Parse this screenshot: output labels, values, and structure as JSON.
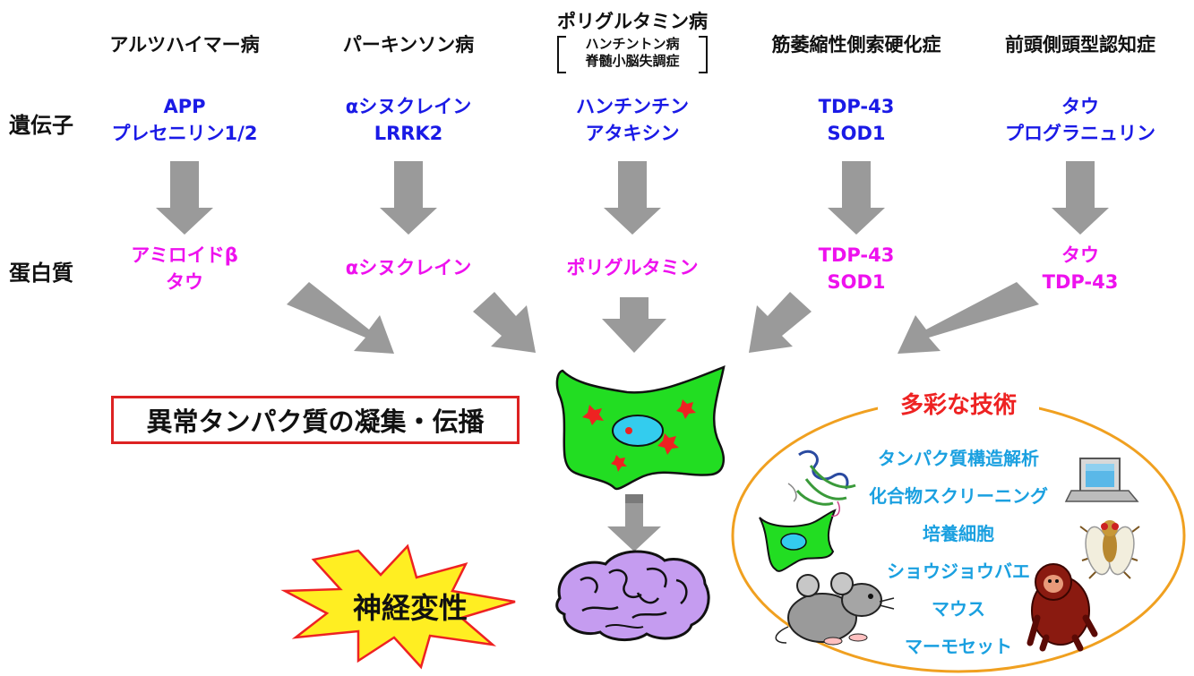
{
  "row_labels": {
    "gene": "遺伝子",
    "protein": "蛋白質"
  },
  "diseases": [
    {
      "name": "アルツハイマー病",
      "genes": [
        "APP",
        "プレセニリン1/2"
      ],
      "proteins": [
        "アミロイドβ",
        "タウ"
      ]
    },
    {
      "name": "パーキンソン病",
      "genes": [
        "αシヌクレイン",
        "LRRK2"
      ],
      "proteins": [
        "αシヌクレイン"
      ]
    },
    {
      "name": "ポリグルタミン病",
      "sub": [
        "ハンチントン病",
        "脊髄小脳失調症"
      ],
      "genes": [
        "ハンチンチン",
        "アタキシン"
      ],
      "proteins": [
        "ポリグルタミン"
      ]
    },
    {
      "name": "筋萎縮性側索硬化症",
      "genes": [
        "TDP-43",
        "SOD1"
      ],
      "proteins": [
        "TDP-43",
        "SOD1"
      ]
    },
    {
      "name": "前頭側頭型認知症",
      "genes": [
        "タウ",
        "プログラニュリン"
      ],
      "proteins": [
        "タウ",
        "TDP-43"
      ]
    }
  ],
  "aggregation_label": "異常タンパク質の凝集・伝播",
  "degeneration_label": "神経変性",
  "techniques": {
    "title": "多彩な技術",
    "items": [
      "タンパク質構造解析",
      "化合物スクリーニング",
      "培養細胞",
      "ショウジョウバエ",
      "マウス",
      "マーモセット"
    ]
  },
  "colors": {
    "gene_text": "#1a1ae6",
    "protein_text": "#ee11ee",
    "arrow": "#9a9a9a",
    "cell_fill": "#22dd22",
    "nucleus_fill": "#33ccee",
    "aggregate": "#ee2222",
    "aggregation_border": "#dd2222",
    "oval_border": "#f0a020",
    "technique_text": "#1aa0e0",
    "technique_title": "#ee2222",
    "brain_fill": "#c59cf0",
    "burst_fill": "#ffee22"
  }
}
